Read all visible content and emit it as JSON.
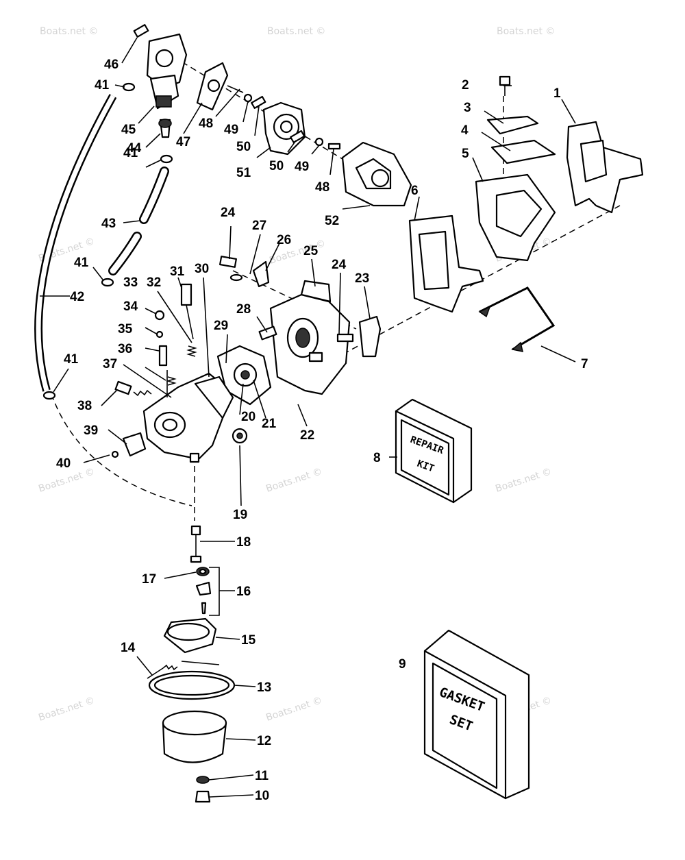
{
  "watermark": "Boats.net ©",
  "kits": {
    "repair": {
      "line1": "REPAIR",
      "line2": "KIT"
    },
    "gasket": {
      "line1": "GASKET",
      "line2": "SET"
    }
  },
  "callouts": [
    "1",
    "2",
    "3",
    "4",
    "5",
    "6",
    "7",
    "8",
    "9",
    "10",
    "11",
    "12",
    "13",
    "14",
    "15",
    "16",
    "17",
    "18",
    "19",
    "20",
    "21",
    "22",
    "23",
    "24",
    "24",
    "25",
    "26",
    "27",
    "28",
    "29",
    "30",
    "31",
    "32",
    "33",
    "34",
    "35",
    "36",
    "37",
    "38",
    "39",
    "40",
    "41",
    "41",
    "41",
    "41",
    "42",
    "43",
    "44",
    "45",
    "46",
    "47",
    "48",
    "48",
    "49",
    "49",
    "50",
    "50",
    "51",
    "52"
  ]
}
